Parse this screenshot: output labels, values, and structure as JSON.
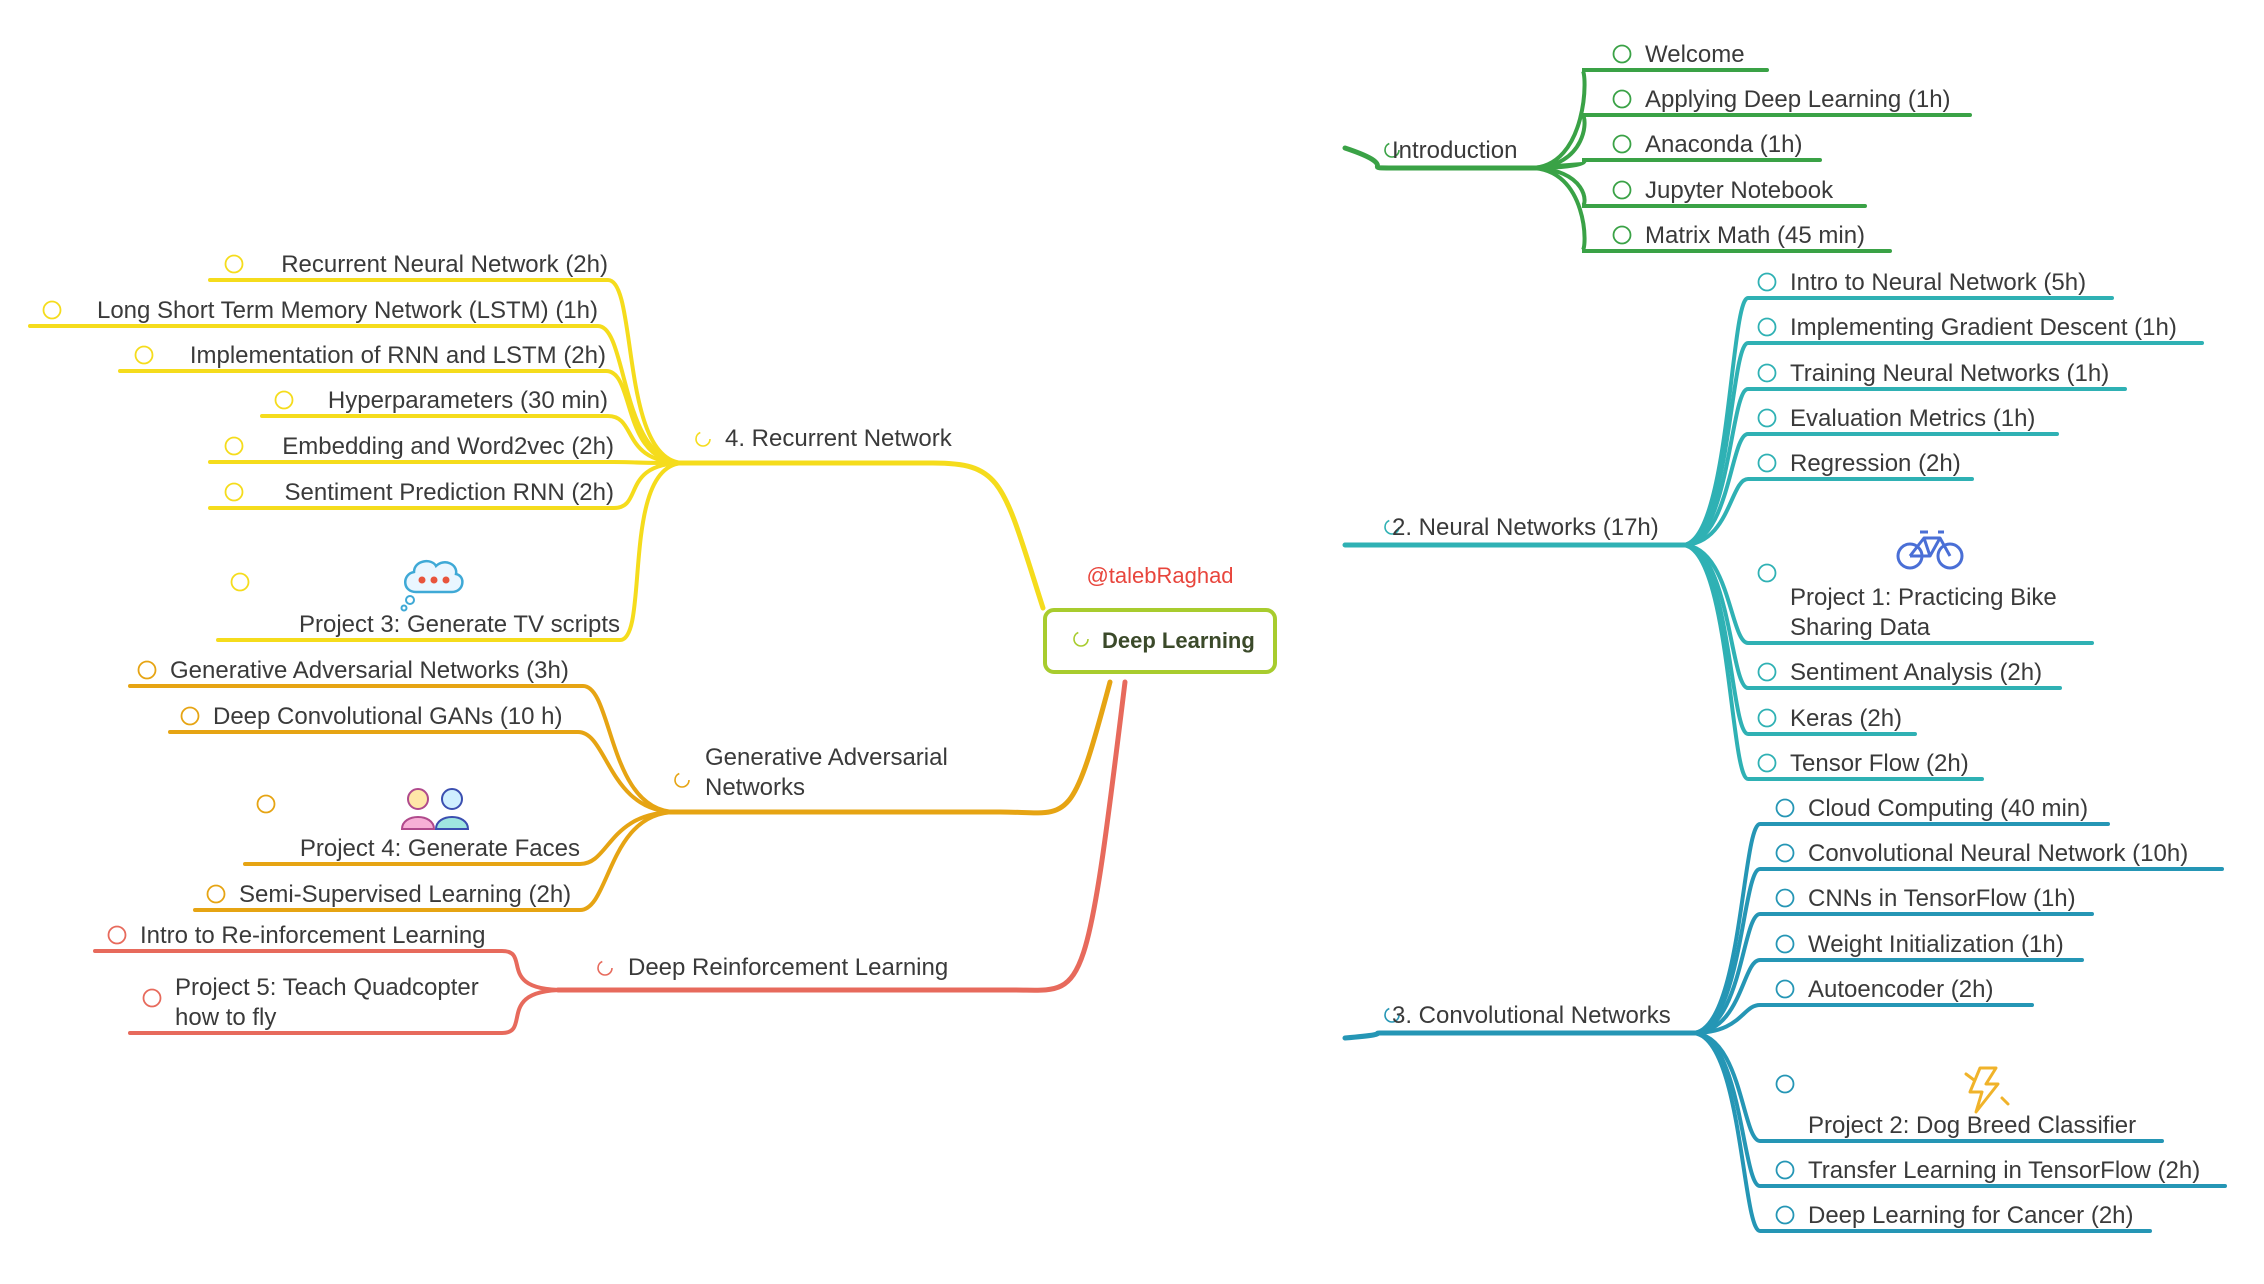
{
  "root": {
    "label": "Deep Learning",
    "color": "#a8cc2e"
  },
  "handle": "@talebRaghad",
  "branches": [
    {
      "id": "intro",
      "side": "right",
      "color": "#3aa246",
      "label": "Introduction",
      "children": [
        {
          "label": "Welcome"
        },
        {
          "label": "Applying Deep Learning (1h)"
        },
        {
          "label": "Anaconda (1h)"
        },
        {
          "label": "Jupyter Notebook"
        },
        {
          "label": "Matrix Math (45 min)"
        }
      ]
    },
    {
      "id": "nn",
      "side": "right",
      "color": "#2fb1b4",
      "label": "2. Neural Networks (17h)",
      "children": [
        {
          "label": "Intro to Neural Network (5h)"
        },
        {
          "label": "Implementing Gradient Descent (1h)"
        },
        {
          "label": "Training Neural Networks (1h)"
        },
        {
          "label": "Evaluation Metrics (1h)"
        },
        {
          "label": "Regression (2h)"
        },
        {
          "label": [
            "Project 1: Practicing Bike",
            "Sharing Data"
          ],
          "icon": "bicycle-icon"
        },
        {
          "label": "Sentiment Analysis (2h)"
        },
        {
          "label": "Keras (2h)"
        },
        {
          "label": "Tensor Flow (2h)"
        }
      ]
    },
    {
      "id": "cnn",
      "side": "right",
      "color": "#2596b5",
      "label": "3. Convolutional Networks",
      "children": [
        {
          "label": "Cloud Computing (40 min)"
        },
        {
          "label": "Convolutional Neural Network (10h)"
        },
        {
          "label": "CNNs in TensorFlow (1h)"
        },
        {
          "label": "Weight Initialization (1h)"
        },
        {
          "label": "Autoencoder (2h)"
        },
        {
          "label": "Project 2: Dog Breed Classifier",
          "icon": "lightning-icon"
        },
        {
          "label": "Transfer Learning in TensorFlow (2h)"
        },
        {
          "label": "Deep Learning for Cancer (2h)"
        }
      ]
    },
    {
      "id": "rnn",
      "side": "left",
      "color": "#f5dc1c",
      "label": "4. Recurrent Network",
      "children": [
        {
          "label": "Recurrent Neural Network (2h)"
        },
        {
          "label": "Long Short Term Memory Network (LSTM) (1h)"
        },
        {
          "label": "Implementation of RNN and LSTM (2h)"
        },
        {
          "label": "Hyperparameters (30 min)"
        },
        {
          "label": "Embedding and Word2vec (2h)"
        },
        {
          "label": "Sentiment Prediction RNN (2h)"
        },
        {
          "label": "Project 3: Generate TV scripts",
          "icon": "thought-bubble-icon"
        }
      ]
    },
    {
      "id": "gan",
      "side": "left",
      "color": "#e6a413",
      "label": [
        "Generative Adversarial",
        "Networks"
      ],
      "children": [
        {
          "label": "Generative Adversarial Networks (3h)"
        },
        {
          "label": "Deep Convolutional GANs (10 h)"
        },
        {
          "label": "Project 4: Generate Faces",
          "icon": "faces-icon"
        },
        {
          "label": "Semi-Supervised Learning (2h)"
        }
      ]
    },
    {
      "id": "drl",
      "side": "left",
      "color": "#e76a5c",
      "label": "Deep Reinforcement Learning",
      "children": [
        {
          "label": "Intro to Re-inforcement Learning"
        },
        {
          "label": [
            "Project 5: Teach Quadcopter",
            "how to fly"
          ]
        }
      ]
    }
  ]
}
